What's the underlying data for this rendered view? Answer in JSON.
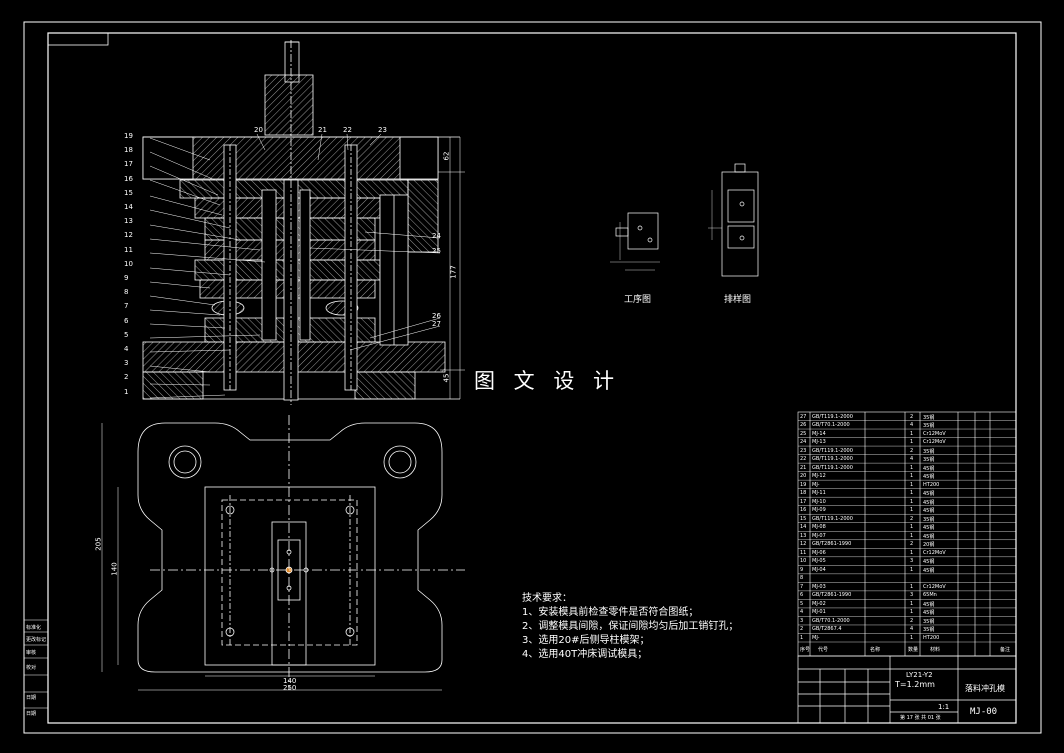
{
  "title_block": {
    "label_spec": "LY21-Y2",
    "label_thickness": "T=1.2mm",
    "part_name": "落料冲孔模",
    "drawing_no": "MJ-00",
    "scale": "1:1",
    "sheet_text": "第 17 张 共 01 张"
  },
  "watermark": "图 文 设 计",
  "views": {
    "process_label": "工序图",
    "layout_label": "排样图"
  },
  "tech_requirements": {
    "heading": "技术要求：",
    "items": [
      "1、安装模具前检查零件是否符合图纸；",
      "2、调整模具间隙，保证间隙均匀后加工销钉孔；",
      "3、选用20#后侧导柱模架；",
      "4、选用40T冲床调试模具；"
    ]
  },
  "dimensions": {
    "bottom_140": "140",
    "bottom_250": "250",
    "left_205": "205",
    "left_140": "140",
    "right_177": "177",
    "right_62": "62",
    "right_45": "45"
  },
  "left_strip": {
    "items": [
      "标准化",
      "更改标记",
      "审核",
      "校对",
      "日期",
      "日期"
    ]
  },
  "balloons": [
    "19",
    "18",
    "17",
    "16",
    "15",
    "14",
    "13",
    "12",
    "11",
    "10",
    "9",
    "8",
    "7",
    "6",
    "5",
    "4",
    "3",
    "2",
    "1"
  ],
  "top_balloons": [
    "20",
    "21",
    "22",
    "23"
  ],
  "right_balloons": [
    "24",
    "25",
    "26",
    "27"
  ],
  "bom": {
    "header": [
      "序号",
      "代号",
      "名称",
      "数量",
      "材料",
      "备注"
    ],
    "rows": [
      {
        "no": "27",
        "code": "GB/T119.1-2000",
        "qty": "2",
        "mat": "35钢"
      },
      {
        "no": "26",
        "code": "GB/T70.1-2000",
        "qty": "4",
        "mat": "35钢"
      },
      {
        "no": "25",
        "code": "MJ-14",
        "qty": "1",
        "mat": "Cr12MoV"
      },
      {
        "no": "24",
        "code": "MJ-13",
        "qty": "1",
        "mat": "Cr12MoV"
      },
      {
        "no": "23",
        "code": "GB/T119.1-2000",
        "qty": "2",
        "mat": "35钢"
      },
      {
        "no": "22",
        "code": "GB/T119.1-2000",
        "qty": "4",
        "mat": "35钢"
      },
      {
        "no": "21",
        "code": "GB/T119.1-2000",
        "qty": "1",
        "mat": "45钢"
      },
      {
        "no": "20",
        "code": "MJ-12",
        "qty": "1",
        "mat": "45钢"
      },
      {
        "no": "19",
        "code": "MJ-",
        "qty": "1",
        "mat": "HT200"
      },
      {
        "no": "18",
        "code": "MJ-11",
        "qty": "1",
        "mat": "45钢"
      },
      {
        "no": "17",
        "code": "MJ-10",
        "qty": "1",
        "mat": "45钢"
      },
      {
        "no": "16",
        "code": "MJ-09",
        "qty": "1",
        "mat": "45钢"
      },
      {
        "no": "15",
        "code": "GB/T119.1-2000",
        "qty": "2",
        "mat": "35钢"
      },
      {
        "no": "14",
        "code": "MJ-08",
        "qty": "1",
        "mat": "45钢"
      },
      {
        "no": "13",
        "code": "MJ-07",
        "qty": "1",
        "mat": "45钢"
      },
      {
        "no": "12",
        "code": "GB/T2861-1990",
        "qty": "2",
        "mat": "20钢"
      },
      {
        "no": "11",
        "code": "MJ-06",
        "qty": "1",
        "mat": "Cr12MoV"
      },
      {
        "no": "10",
        "code": "MJ-05",
        "qty": "3",
        "mat": "45钢"
      },
      {
        "no": "9",
        "code": "MJ-04",
        "qty": "1",
        "mat": "45钢"
      },
      {
        "no": "8",
        "code": "",
        "qty": "",
        "mat": ""
      },
      {
        "no": "7",
        "code": "MJ-03",
        "qty": "1",
        "mat": "Cr12MoV"
      },
      {
        "no": "6",
        "code": "GB/T2861-1990",
        "qty": "3",
        "mat": "65Mn"
      },
      {
        "no": "5",
        "code": "MJ-02",
        "qty": "1",
        "mat": "45钢"
      },
      {
        "no": "4",
        "code": "MJ-01",
        "qty": "1",
        "mat": "45钢"
      },
      {
        "no": "3",
        "code": "GB/T70.1-2000",
        "qty": "2",
        "mat": "35钢"
      },
      {
        "no": "2",
        "code": "GB/T2867.4",
        "qty": "4",
        "mat": "35钢"
      },
      {
        "no": "1",
        "code": "MJ-",
        "qty": "1",
        "mat": "HT200"
      }
    ]
  }
}
